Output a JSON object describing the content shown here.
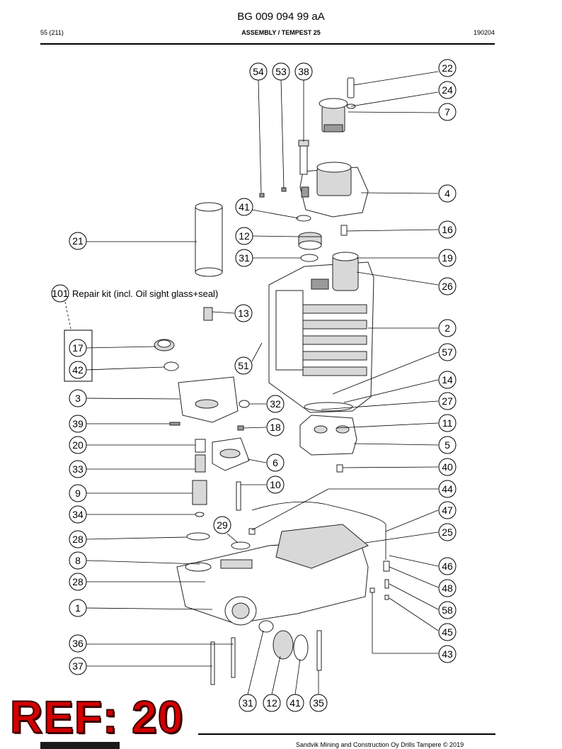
{
  "header": {
    "doc_number": "BG 009 094 99 aA",
    "page": "55 (211)",
    "section": "ASSEMBLY / TEMPEST 25",
    "date": "190204"
  },
  "repair_kit": {
    "number": "101",
    "label": "Repair kit (incl. Oil sight glass+seal)"
  },
  "stamp": "REF: 20",
  "footer": "Sandvik Mining and Construction Oy Drills Tampere © 2019",
  "callouts": [
    "54",
    "53",
    "38",
    "22",
    "24",
    "7",
    "4",
    "41",
    "16",
    "12",
    "21",
    "31",
    "19",
    "26",
    "13",
    "2",
    "17",
    "57",
    "51",
    "42",
    "14",
    "3",
    "32",
    "27",
    "39",
    "18",
    "11",
    "20",
    "5",
    "6",
    "33",
    "40",
    "10",
    "9",
    "44",
    "34",
    "47",
    "29",
    "25",
    "28",
    "8",
    "46",
    "28",
    "48",
    "1",
    "58",
    "45",
    "36",
    "43",
    "37",
    "31",
    "12",
    "41",
    "35"
  ]
}
